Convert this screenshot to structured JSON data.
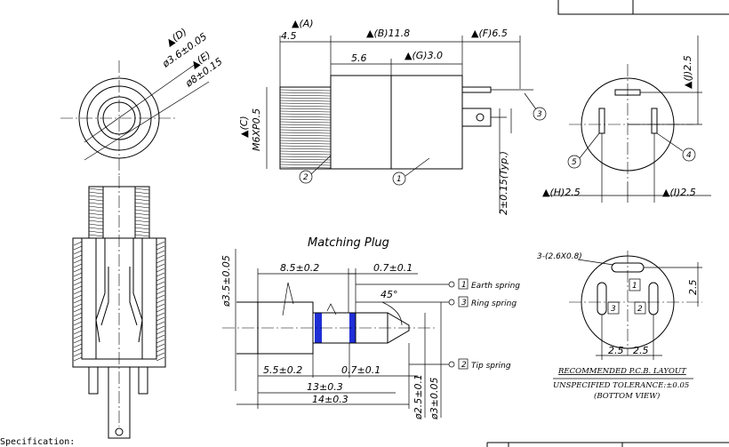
{
  "top_view": {
    "dim_d": "▲(D)",
    "dim_d_val": "ø3.6±0.05",
    "dim_e": "▲(E)",
    "dim_e_val": "ø8±0.15"
  },
  "side_view": {
    "dim_a": "▲(A)",
    "dim_a_val": "4.5",
    "dim_b": "▲(B)11.8",
    "dim_f": "▲(F)6.5",
    "dim_56": "5.6",
    "dim_g": "▲(G)3.0",
    "dim_c": "▲(C)",
    "dim_thread": "M6XP0.5",
    "dim_pin": "2±0.15(Typ.)",
    "callout_1": "1",
    "callout_2": "2",
    "callout_3": "3"
  },
  "pin_view": {
    "dim_j": "▲(J)2.5",
    "dim_h": "▲(H)2.5",
    "dim_i": "▲(I)2.5",
    "callout_4": "4",
    "callout_5": "5"
  },
  "plug": {
    "title": "Matching Plug",
    "dim_35": "ø3.5±0.05",
    "dim_85": "8.5±0.2",
    "dim_07_top": "0.7±0.1",
    "dim_45": "45°",
    "dim_55": "5.5±0.2",
    "dim_07_bot": "0.7±0.1",
    "dim_13": "13±0.3",
    "dim_14": "14±0.3",
    "dim_25": "ø2.5±0.1",
    "dim_3": "ø3±0.05",
    "labels": [
      {
        "num": "1",
        "text": "Earth spring"
      },
      {
        "num": "3",
        "text": "Ring spring"
      },
      {
        "num": "2",
        "text": "Tip spring"
      }
    ]
  },
  "pcb": {
    "holes": "3-(2.6X0.8)",
    "dim_right": "2.5",
    "dim_bot_1": "2.5",
    "dim_bot_2": "2.5",
    "pad_1": "1",
    "pad_2": "2",
    "pad_3": "3",
    "caption_1": "RECOMMENDED P.C.B. LAYOUT",
    "caption_2": "UNSPECIFIED TOLERANCE:±0.05",
    "caption_3": "(BOTTOM VIEW)"
  },
  "footer": {
    "spec": "Specification:"
  },
  "colors": {
    "ink": "#000000",
    "ring_blue": "#1f2fd6"
  }
}
